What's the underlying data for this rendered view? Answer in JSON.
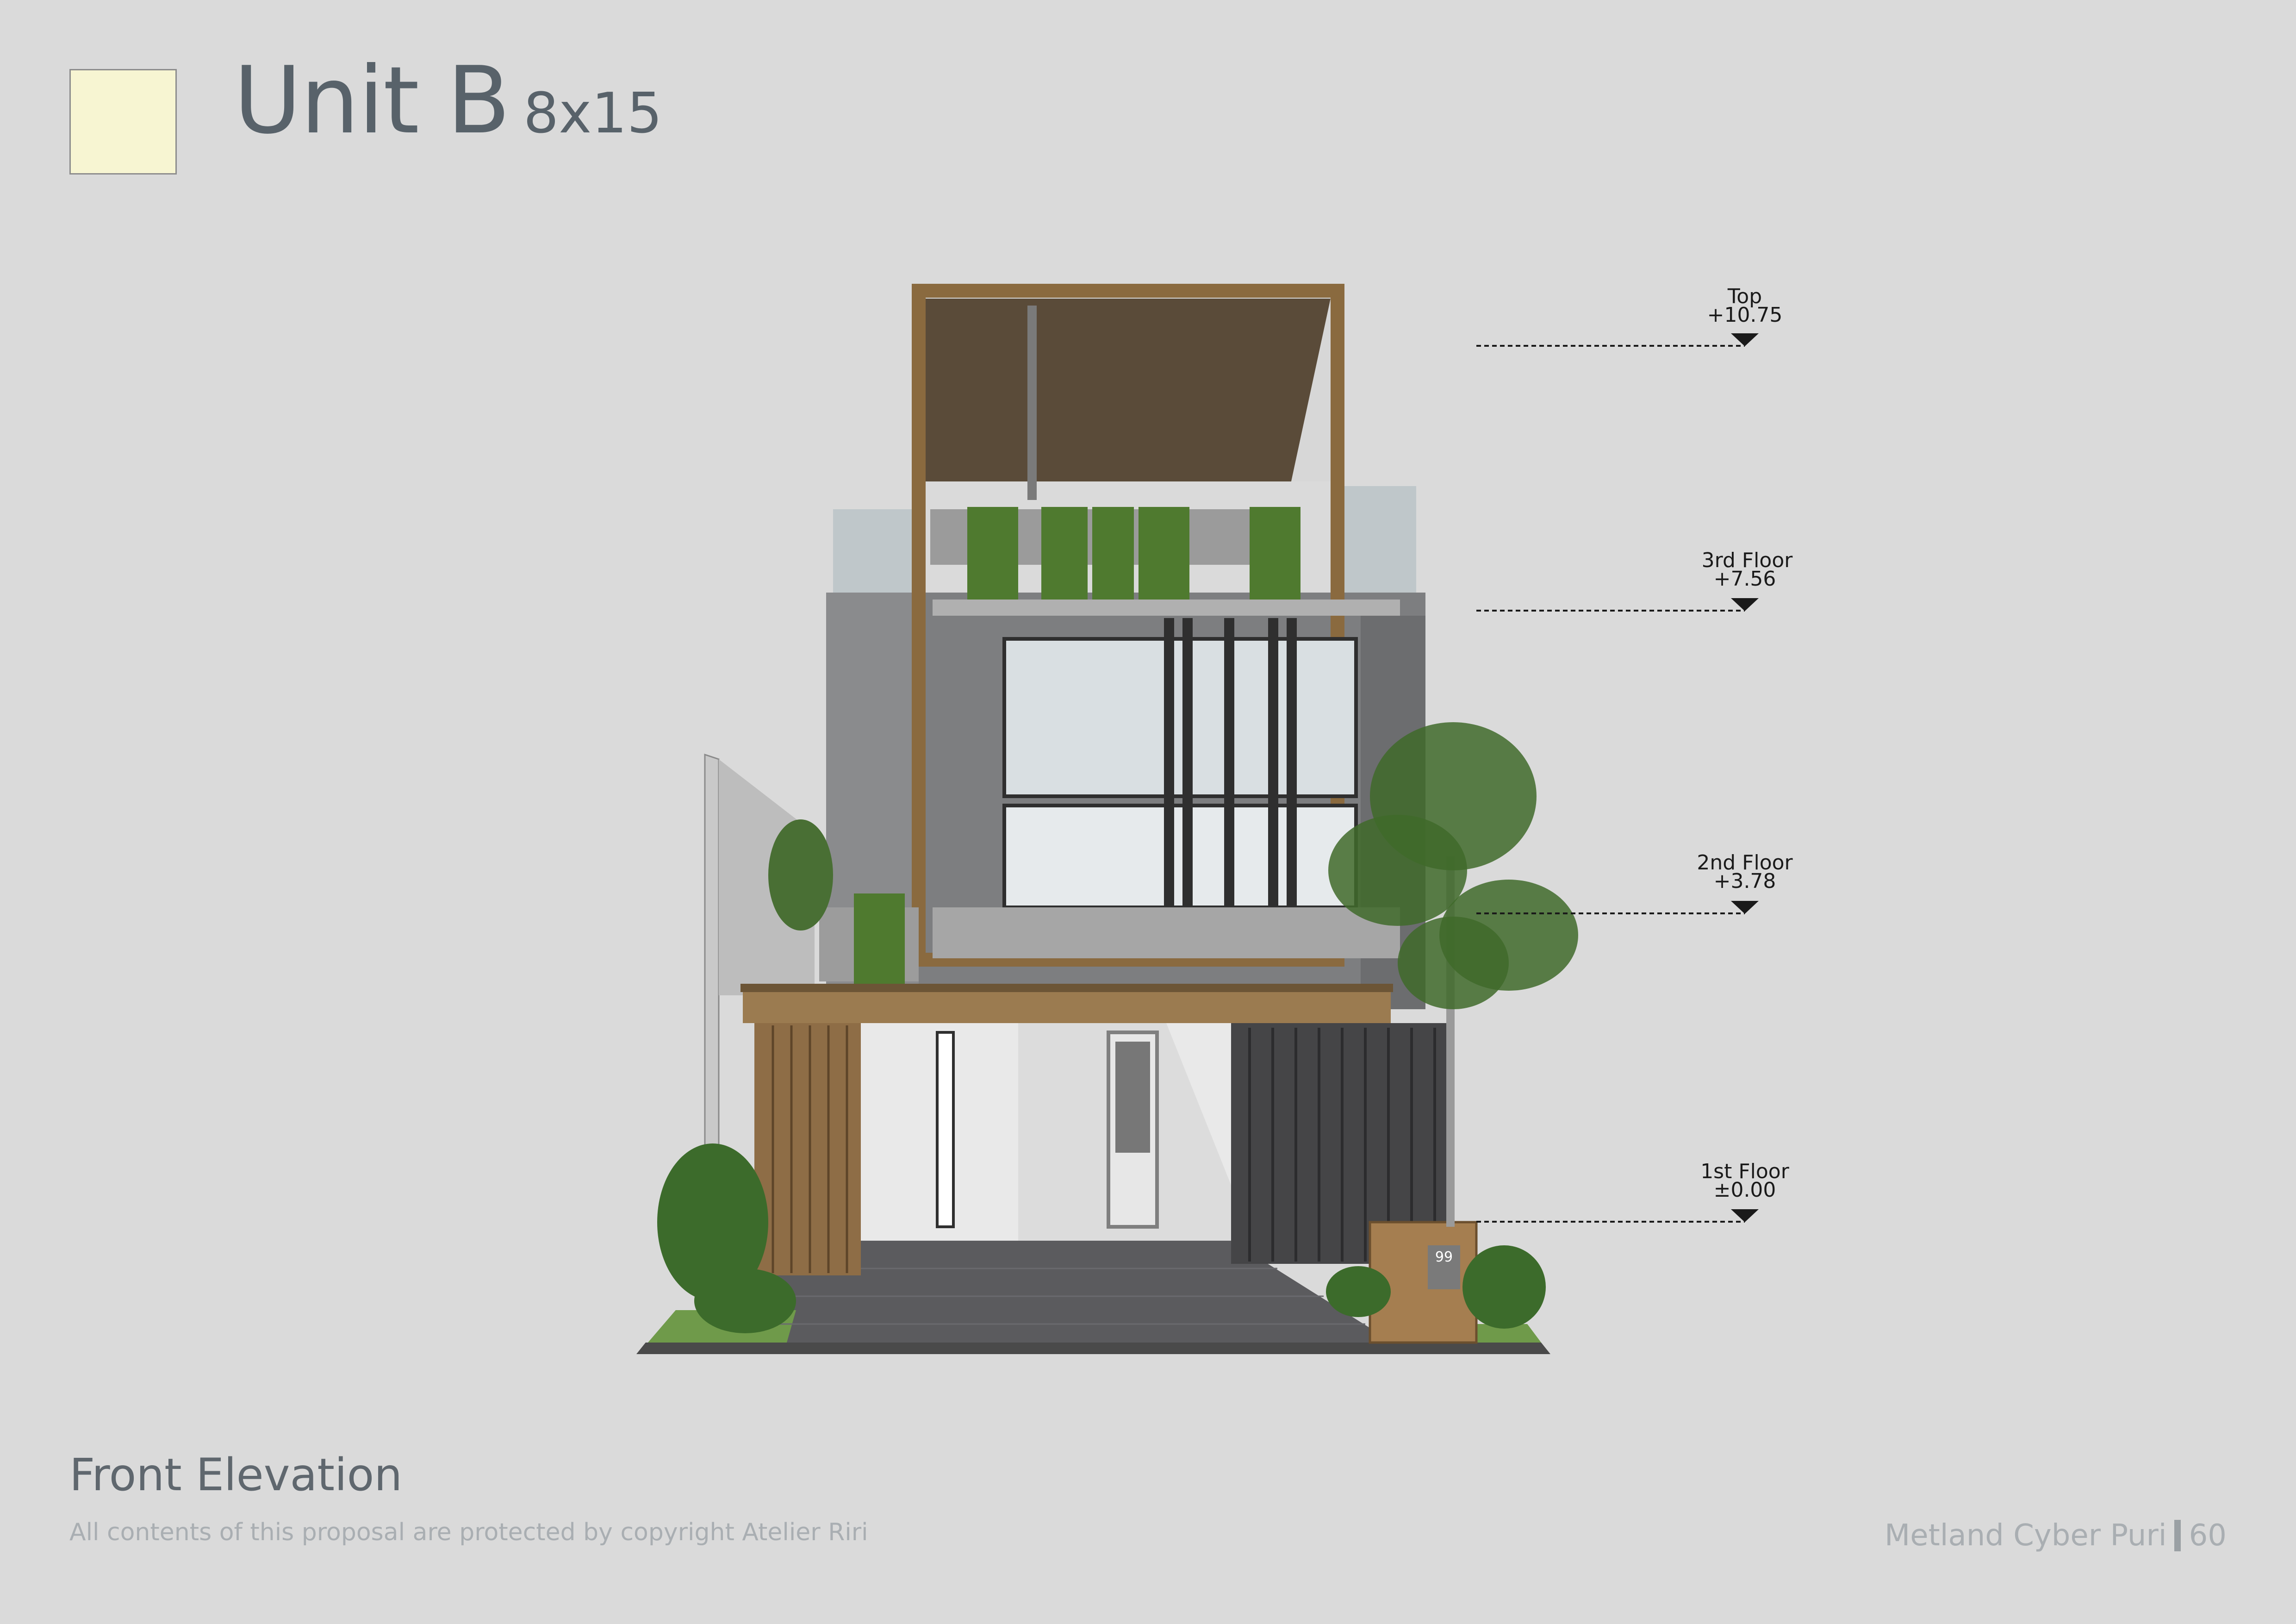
{
  "header": {
    "unit_name": "Unit B",
    "unit_size": "8x15",
    "swatch_color": "#f7f5d2"
  },
  "levels": [
    {
      "name": "Top",
      "value": "+10.75"
    },
    {
      "name": "3rd Floor",
      "value": "+7.56"
    },
    {
      "name": "2nd Floor",
      "value": "+3.78"
    },
    {
      "name": "1st Floor",
      "value": "±0.00"
    }
  ],
  "house_number": "99",
  "caption": "Front Elevation",
  "copyright": "All contents of this proposal are protected by copyright Atelier Riri",
  "footer": {
    "project": "Metland Cyber Puri",
    "page": "60"
  }
}
